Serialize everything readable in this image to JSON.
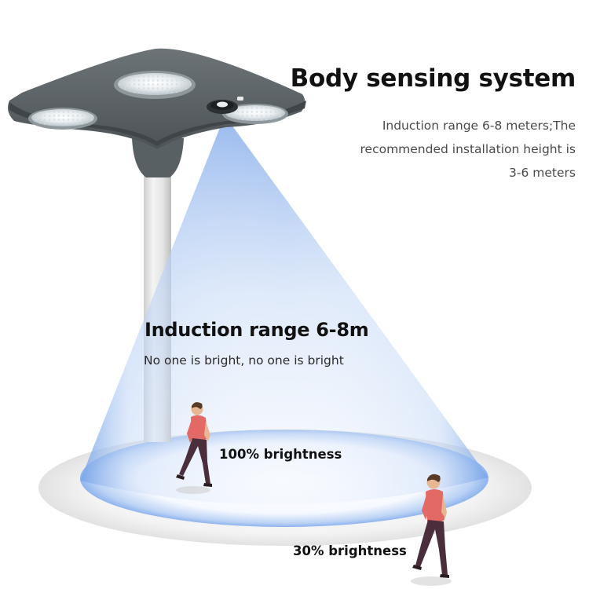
{
  "heading": "Body sensing system",
  "description_lines": [
    "Induction range 6-8 meters;The",
    "recommended installation height is",
    "3-6 meters"
  ],
  "range_heading": "Induction range 6-8m",
  "range_note": "No one is bright, no one is bright",
  "near_label": "100% brightness",
  "far_label": "30% brightness",
  "icons": [
    "street-lamp",
    "motion-sensor",
    "pedestrian"
  ],
  "colors": {
    "lamp_body": "#5a6165",
    "beam": "#7aa8e8",
    "pole": "#e6e6e6",
    "shirt": "#e36a64",
    "trousers": "#4a2e3c"
  }
}
